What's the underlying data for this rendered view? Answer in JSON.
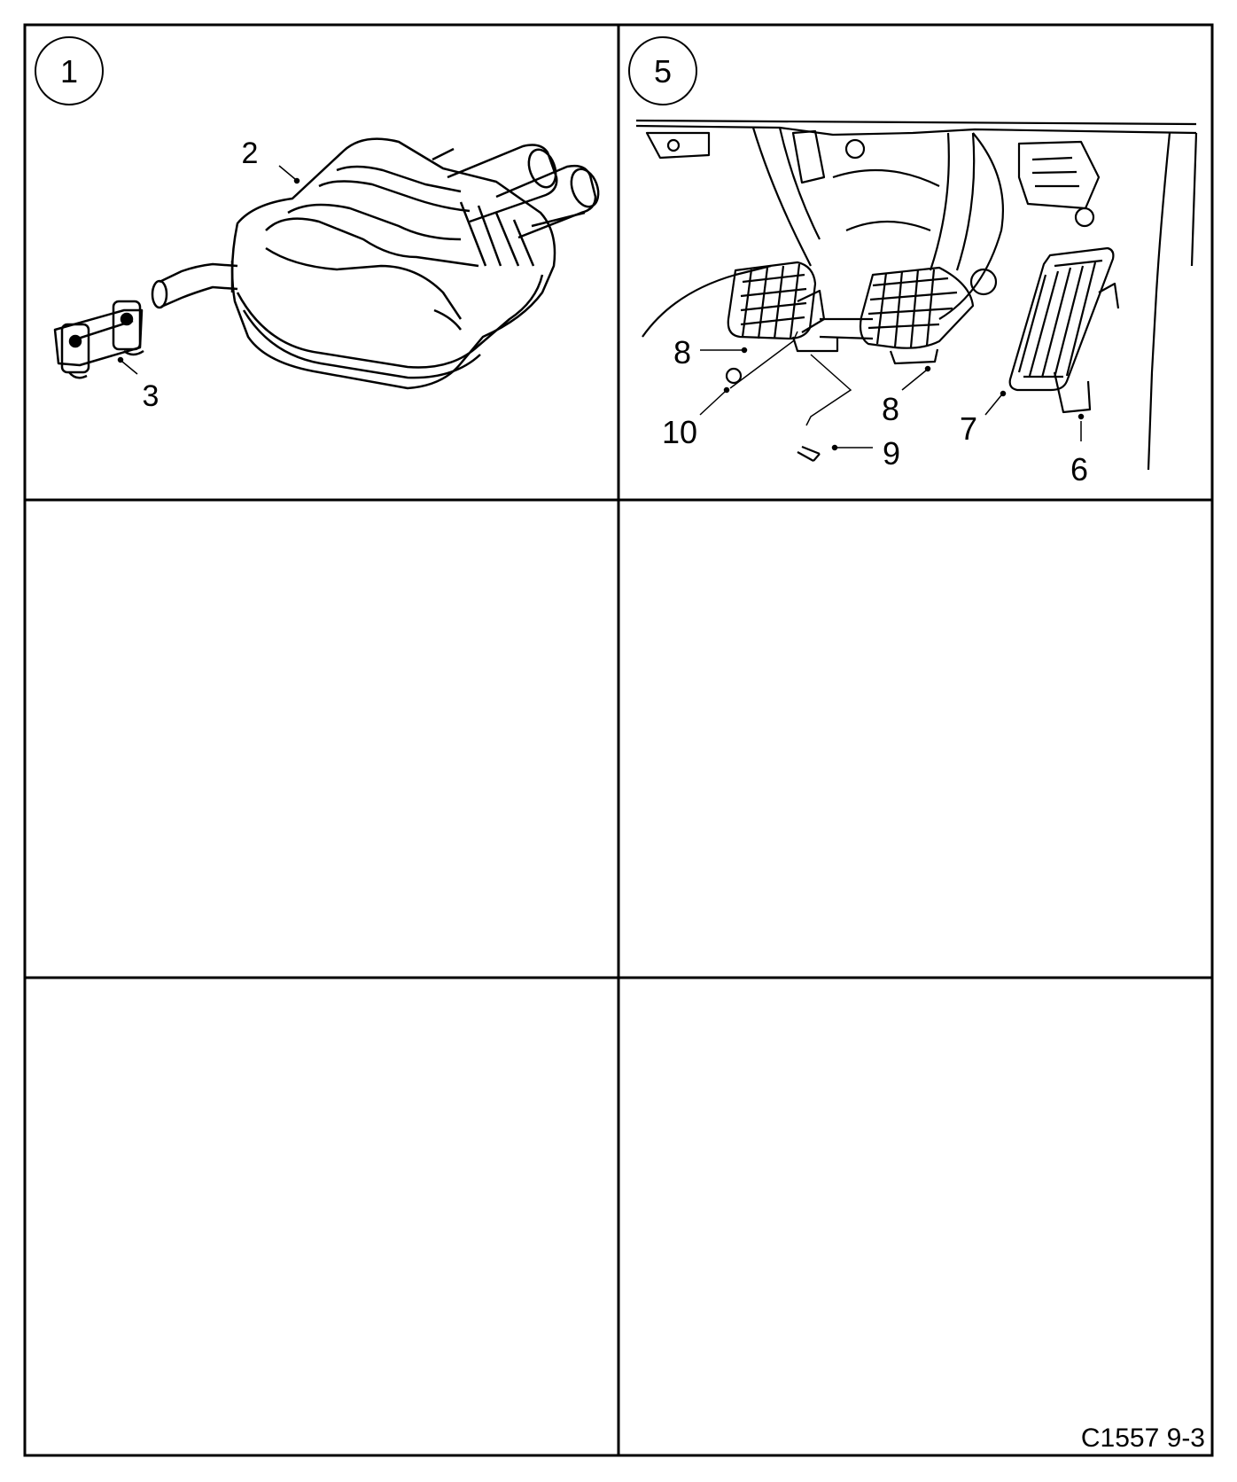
{
  "panels": [
    {
      "step": "1",
      "callouts": [
        "2",
        "3"
      ]
    },
    {
      "step": "5",
      "callouts": [
        "8",
        "8",
        "10",
        "9",
        "7",
        "6"
      ]
    },
    {
      "step": ""
    },
    {
      "step": ""
    },
    {
      "step": ""
    },
    {
      "step": ""
    }
  ],
  "figure_code": "C1557 9-3",
  "colors": {
    "line": "#000000",
    "background": "#ffffff"
  }
}
